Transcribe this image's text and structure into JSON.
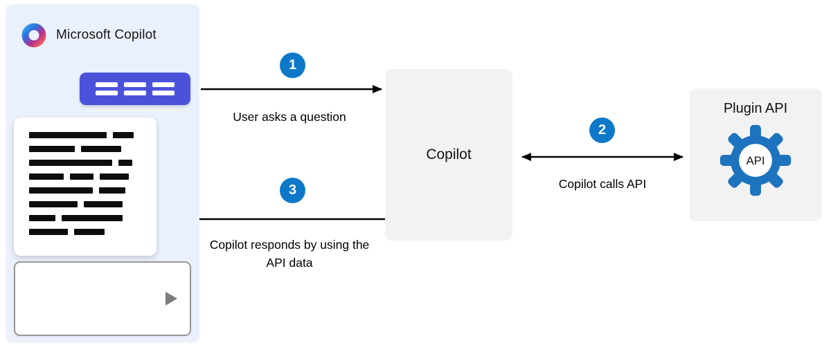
{
  "brand": {
    "name": "Microsoft Copilot"
  },
  "nodes": {
    "copilot": {
      "label": "Copilot"
    },
    "plugin": {
      "title": "Plugin API",
      "gear_label": "API"
    }
  },
  "steps": [
    {
      "number": "1",
      "label": "User asks a question"
    },
    {
      "number": "2",
      "label": "Copilot calls API"
    },
    {
      "number": "3",
      "label": "Copilot responds by using the API data"
    }
  ],
  "colors": {
    "panel_bg": "#EBF1FC",
    "prompt_bar": "#4B52DA",
    "node_bg": "#F2F2F2",
    "badge": "#0E78C8",
    "gear": "#1E73BE",
    "arrow": "#000000"
  },
  "illustration": {
    "prompt_dash_rows": [
      3,
      3
    ],
    "doc_rows": [
      [
        112,
        30
      ],
      [
        66,
        58
      ],
      [
        120,
        20
      ],
      [
        50,
        34,
        42
      ],
      [
        92,
        38
      ],
      [
        70,
        56
      ],
      [
        38,
        88
      ],
      [
        56,
        44
      ]
    ]
  }
}
